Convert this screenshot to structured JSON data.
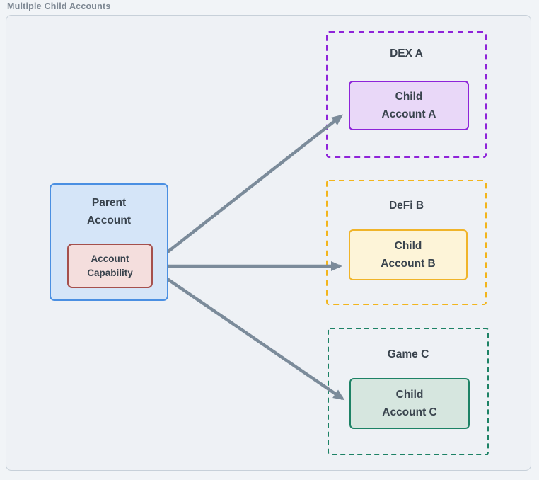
{
  "page_title": "Multiple Child Accounts",
  "parent": {
    "label_lines": [
      "Parent",
      "Account"
    ],
    "capability_lines": [
      "Account",
      "Capability"
    ]
  },
  "groups": [
    {
      "name": "DEX A",
      "child_lines": [
        "Child",
        "Account A"
      ],
      "accent": "#8e24d9",
      "child_fill": "#e9d8f8"
    },
    {
      "name": "DeFi B",
      "child_lines": [
        "Child",
        "Account B"
      ],
      "accent": "#f0b429",
      "child_fill": "#fdf4d8"
    },
    {
      "name": "Game C",
      "child_lines": [
        "Child",
        "Account C"
      ],
      "accent": "#1d8265",
      "child_fill": "#d6e6df"
    }
  ],
  "colors": {
    "page_background": "#f1f4f7",
    "canvas_background": "#eef1f5",
    "canvas_border": "#c7d0d9",
    "title_text": "#7e8893",
    "node_text": "#39434d",
    "parent_fill": "#d5e5f8",
    "parent_border": "#4a8fe2",
    "capability_fill": "#f4dedd",
    "capability_border": "#a5504d",
    "arrow": "#7b8b9a"
  }
}
